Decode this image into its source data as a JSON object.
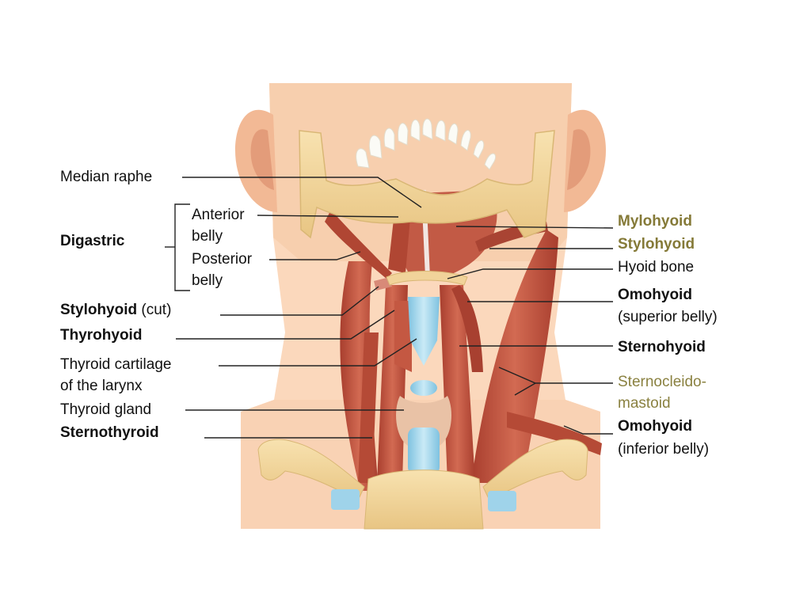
{
  "labels": {
    "median_raphe": "Median raphe",
    "digastric": "Digastric",
    "anterior_belly": "Anterior\nbelly",
    "posterior_belly": "Posterior\nbelly",
    "stylohyoid_cut_name": "Stylohyoid",
    "stylohyoid_cut_suffix": "(cut)",
    "thyrohyoid": "Thyrohyoid",
    "thyroid_cartilage": "Thyroid cartilage\nof the larynx",
    "thyroid_gland": "Thyroid gland",
    "sternothyroid": "Sternothyroid",
    "mylohyoid": "Mylohyoid",
    "stylohyoid": "Stylohyoid",
    "hyoid_bone": "Hyoid bone",
    "omohyoid_superior_name": "Omohyoid",
    "omohyoid_superior_note": "(superior belly)",
    "sternohyoid": "Sternohyoid",
    "sternocleidomastoid": "Sternocleido-\nmastoid",
    "omohyoid_inferior_name": "Omohyoid",
    "omohyoid_inferior_note": "(inferior belly)"
  },
  "colors": {
    "skin": "#fbd8bc",
    "skin_shadow": "#f2c29c",
    "bone": "#f3d59a",
    "bone_edge": "#d9b775",
    "muscle": "#c4543f",
    "muscle_dark": "#9e3a2b",
    "muscle_light": "#d77a62",
    "cartilage": "#9fd3ea",
    "gland": "#e9c2a6",
    "leader_line": "#222222",
    "olive_label": "#8a8140"
  }
}
